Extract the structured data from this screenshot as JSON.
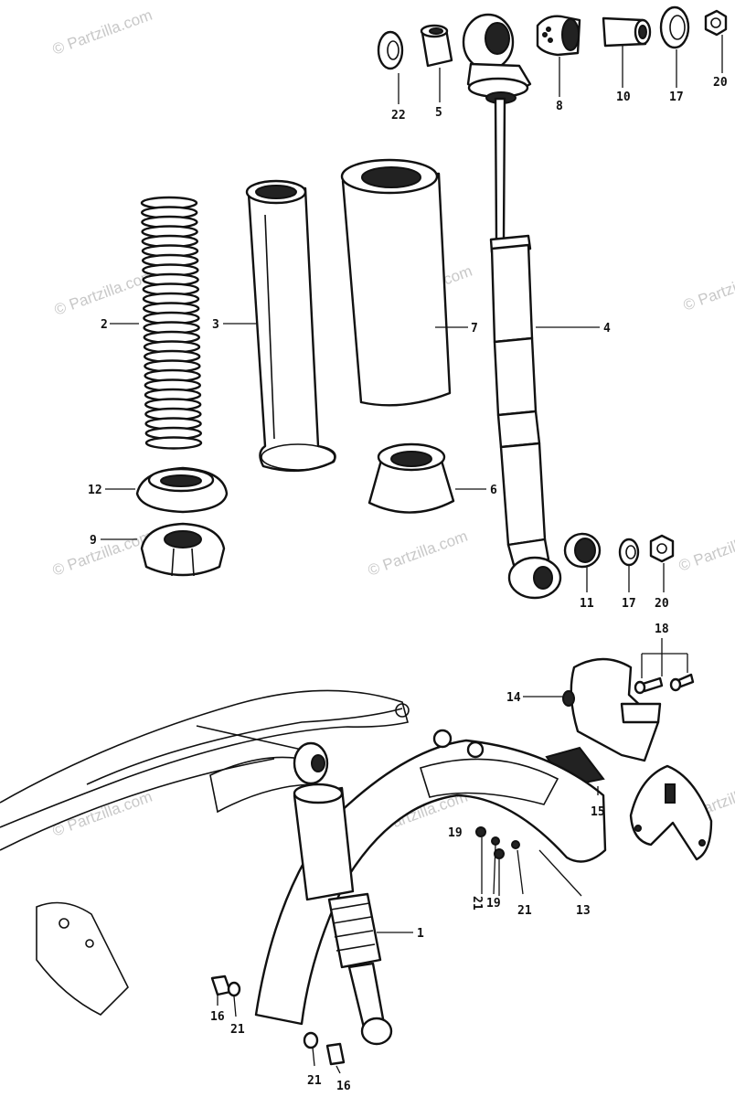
{
  "watermark": "© Partzilla.com",
  "callouts": {
    "c22": "22",
    "c5": "5",
    "c8a": "8",
    "c10": "10",
    "c17a": "17",
    "c20a": "20",
    "c2": "2",
    "c3": "3",
    "c7": "7",
    "c4": "4",
    "c12": "12",
    "c6": "6",
    "c9": "9",
    "c11": "11",
    "c17b": "17",
    "c20b": "20",
    "c18": "18",
    "c14": "14",
    "c15": "15",
    "c19a": "19",
    "c21a": "21",
    "c19b": "19",
    "c21b": "21",
    "c13": "13",
    "c1": "1",
    "c16a": "16",
    "c21c": "21",
    "c21d": "21",
    "c16b": "16"
  }
}
